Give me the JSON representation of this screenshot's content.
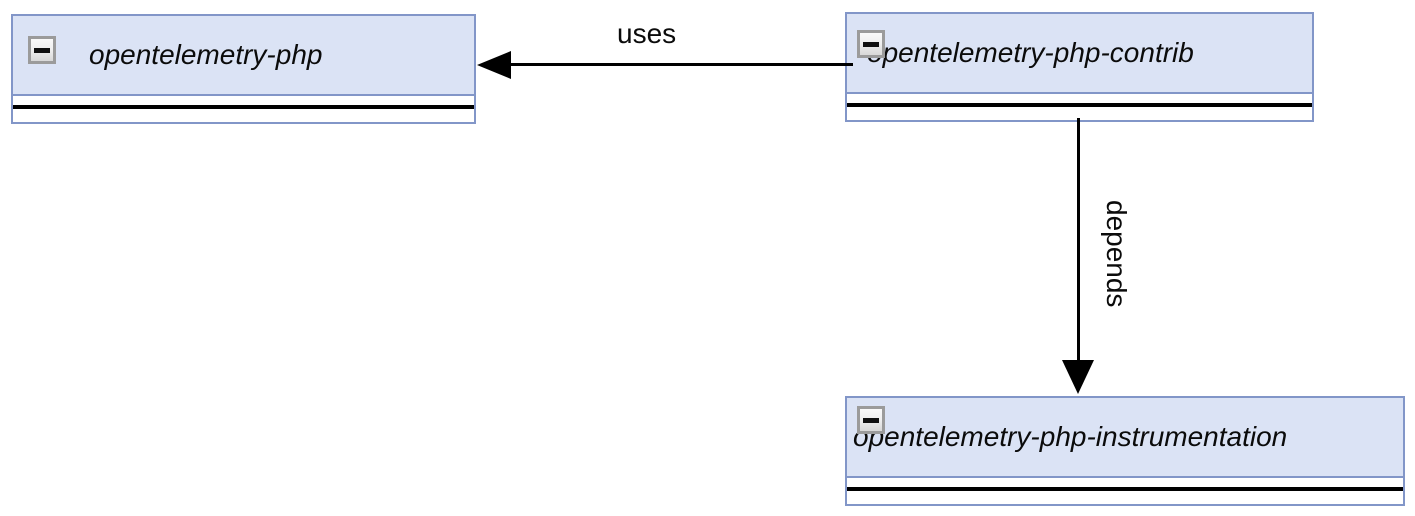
{
  "diagram": {
    "type": "uml-package-dependency-diagram",
    "background_color": "#ffffff",
    "node_fill_color": "#dde4f6",
    "node_border_color": "#8296c8",
    "edge_color": "#000000",
    "nodes": [
      {
        "id": "opentelemetry-php",
        "label": "opentelemetry-php",
        "icon": "collapse-minus-icon"
      },
      {
        "id": "opentelemetry-php-contrib",
        "label": "opentelemetry-php-contrib",
        "icon": "collapse-minus-icon"
      },
      {
        "id": "opentelemetry-php-instrumentation",
        "label": "opentelemetry-php-instrumentation",
        "icon": "collapse-minus-icon"
      }
    ],
    "edges": [
      {
        "id": "uses",
        "label": "uses",
        "from": "opentelemetry-php-contrib",
        "to": "opentelemetry-php",
        "direction": "left",
        "arrowhead": "solid-triangle"
      },
      {
        "id": "depends",
        "label": "depends",
        "from": "opentelemetry-php-contrib",
        "to": "opentelemetry-php-instrumentation",
        "direction": "down",
        "arrowhead": "solid-triangle"
      }
    ]
  }
}
